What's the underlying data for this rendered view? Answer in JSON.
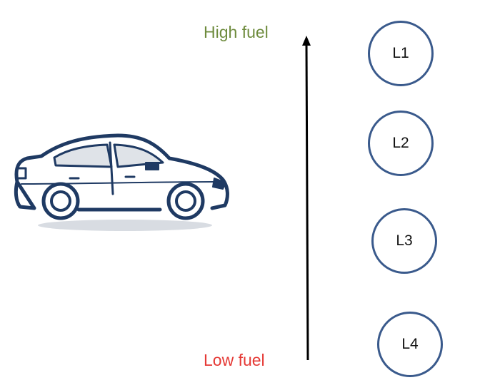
{
  "labels": {
    "high_fuel": "High fuel",
    "low_fuel": "Low fuel"
  },
  "colors": {
    "high_fuel": "#6e8b3d",
    "low_fuel": "#e53935",
    "circle_border": "#3a5a8c",
    "car_outline": "#1f3a63",
    "arrow": "#000000"
  },
  "levels": [
    "L1",
    "L2",
    "L3",
    "L4"
  ],
  "icons": {
    "car": "car-icon"
  }
}
